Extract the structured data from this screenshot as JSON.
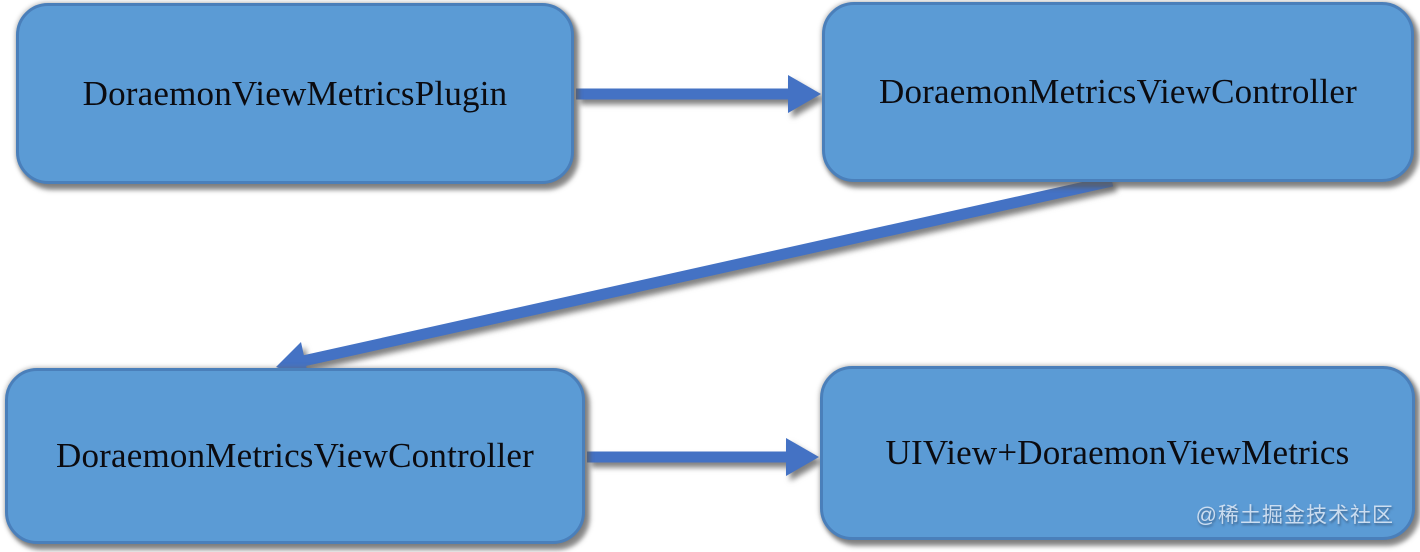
{
  "diagram": {
    "colors": {
      "box_fill": "#5b9bd5",
      "box_border": "#4a7fba",
      "arrow": "#4472c4",
      "text": "#0b0b10",
      "background": "#ffffff"
    },
    "nodes": [
      {
        "id": "plugin",
        "label": "DoraemonViewMetricsPlugin"
      },
      {
        "id": "controller-top",
        "label": "DoraemonMetricsViewController"
      },
      {
        "id": "controller-bottom",
        "label": "DoraemonMetricsViewController"
      },
      {
        "id": "uiview-category",
        "label": "UIView+DoraemonViewMetrics"
      }
    ],
    "edges": [
      {
        "from": "plugin",
        "to": "controller-top",
        "style": "horizontal-arrow"
      },
      {
        "from": "controller-top",
        "to": "controller-bottom",
        "style": "diagonal-arrow"
      },
      {
        "from": "controller-bottom",
        "to": "uiview-category",
        "style": "horizontal-arrow"
      }
    ],
    "watermark": "@稀土掘金技术社区"
  }
}
